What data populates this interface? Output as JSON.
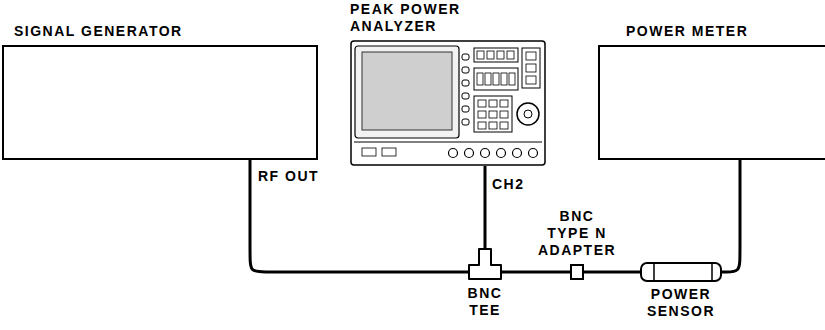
{
  "diagram": {
    "nodes": [
      {
        "text": [
          "SIGNAL GENERATOR"
        ]
      },
      {
        "text": [
          "PEAK POWER ANALYZER"
        ]
      },
      {
        "text": [
          "POWER METER"
        ]
      },
      {
        "text": [
          "BNC TEE"
        ]
      },
      {
        "text": [
          "BNC TYPE N ADAPTER"
        ]
      },
      {
        "text": [
          "POWER SENSOR"
        ]
      }
    ],
    "edges": [
      {
        "from": 0,
        "to": 3,
        "arrow": "none"
      },
      {
        "from": 1,
        "to": 3,
        "arrow": "none"
      },
      {
        "from": 3,
        "to": 4,
        "arrow": "none"
      },
      {
        "from": 4,
        "to": 5,
        "arrow": "none"
      },
      {
        "from": 5,
        "to": 2,
        "arrow": "none"
      }
    ],
    "labels": [
      "RF OUT",
      "CH2"
    ]
  }
}
